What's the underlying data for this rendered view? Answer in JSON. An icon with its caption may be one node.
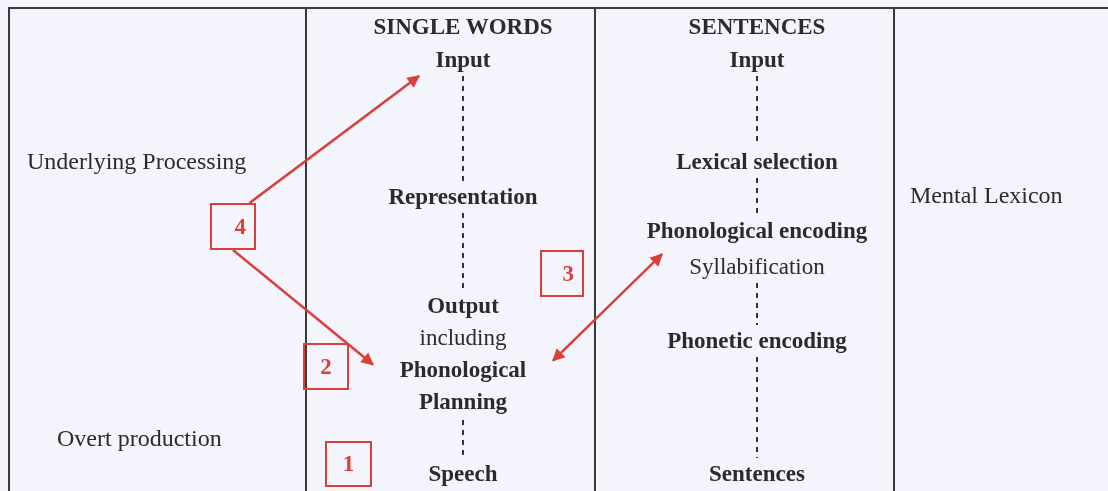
{
  "diagram": {
    "nodes": [
      {
        "text": [
          "Input"
        ]
      },
      {
        "text": [
          "Representation"
        ]
      },
      {
        "text": [
          "Output",
          "including",
          "Phonological Planning"
        ]
      },
      {
        "text": [
          "Speech"
        ]
      },
      {
        "text": [
          "Input"
        ]
      },
      {
        "text": [
          "Lexical selection"
        ]
      },
      {
        "text": [
          "Phonological encoding"
        ]
      },
      {
        "text": [
          "Syllabification"
        ]
      },
      {
        "text": [
          "Phonetic encoding"
        ]
      },
      {
        "text": [
          "Sentences"
        ]
      },
      {
        "text": [
          "4"
        ]
      },
      {
        "text": [
          "3"
        ]
      },
      {
        "text": [
          "2"
        ]
      },
      {
        "text": [
          "1"
        ]
      }
    ],
    "edges": [
      {
        "from": 0,
        "to": 1,
        "arrow": "none",
        "style": "dashed"
      },
      {
        "from": 1,
        "to": 2,
        "arrow": "none",
        "style": "dashed"
      },
      {
        "from": 2,
        "to": 3,
        "arrow": "none",
        "style": "dashed"
      },
      {
        "from": 4,
        "to": 5,
        "arrow": "none",
        "style": "dashed"
      },
      {
        "from": 5,
        "to": 6,
        "arrow": "none",
        "style": "dashed"
      },
      {
        "from": 7,
        "to": 8,
        "arrow": "none",
        "style": "dashed"
      },
      {
        "from": 8,
        "to": 9,
        "arrow": "none",
        "style": "dashed"
      },
      {
        "from": 10,
        "to": 0,
        "arrow": "to",
        "color": "#d9403a"
      },
      {
        "from": 10,
        "to": 2,
        "arrow": "to",
        "color": "#d9403a"
      },
      {
        "from": 7,
        "to": 2,
        "arrow": "both",
        "color": "#d9403a"
      }
    ],
    "labels": [
      "SINGLE WORDS",
      "SENTENCES",
      "Underlying Processing",
      "Mental Lexicon",
      "Overt production"
    ]
  }
}
